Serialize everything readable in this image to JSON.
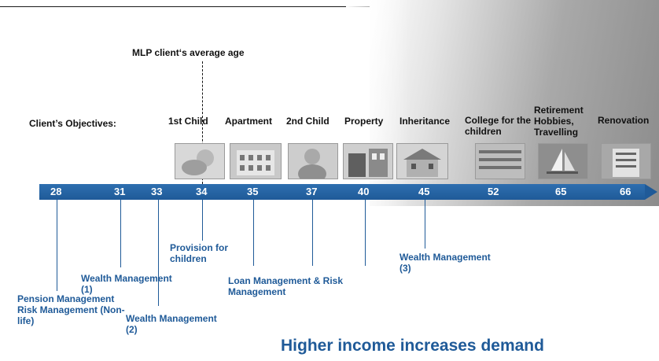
{
  "avg_age_label": "MLP client‘s average age",
  "objectives_label": "Client’s Objectives:",
  "objectives": [
    {
      "text": "1st Child"
    },
    {
      "text": "Apartment"
    },
    {
      "text": "2nd Child"
    },
    {
      "text": "Property"
    },
    {
      "text": "Inheritance"
    },
    {
      "text": "College for the children"
    },
    {
      "text": "Retirement Hobbies, Travelling"
    },
    {
      "text": "Renovation"
    }
  ],
  "thumbnails": [
    "baby-photo-icon",
    "apartment-photo-icon",
    "child-photo-icon",
    "property-photo-icon",
    "inheritance-house-photo-icon",
    "college-photo-icon",
    "sailboat-photo-icon",
    "renovation-building-photo-icon"
  ],
  "ages": [
    "28",
    "31",
    "33",
    "34",
    "35",
    "37",
    "40",
    "45",
    "52",
    "65",
    "66"
  ],
  "services": [
    {
      "text": "Pension Management Risk Management (Non-life)"
    },
    {
      "text": "Wealth Management (1)"
    },
    {
      "text": "Wealth Management (2)"
    },
    {
      "text": "Provision for children"
    },
    {
      "text": "Loan Management & Risk Management"
    },
    {
      "text": "Wealth Management (3)"
    }
  ],
  "tagline": "Higher income increases demand",
  "colors": {
    "accent": "#1f5a98",
    "timeline": "#2e6fb0"
  }
}
